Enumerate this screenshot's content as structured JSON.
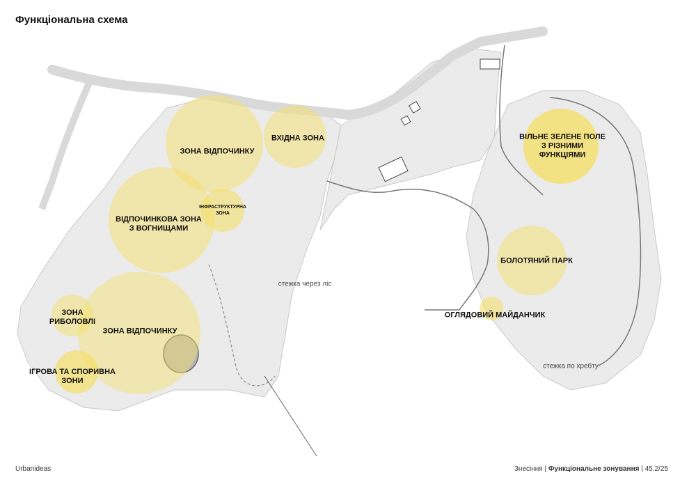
{
  "title": "Функціональна схема",
  "zones": [
    {
      "id": "rest-north",
      "label": "ЗОНА ВІДПОЧИНКУ"
    },
    {
      "id": "entrance",
      "label": "ВХІДНА ЗОНА"
    },
    {
      "id": "fire-rest",
      "label": "ВІДПОЧИНКОВА ЗОНА\nЗ ВОГНИЩАМИ"
    },
    {
      "id": "infra",
      "label": "ІНФРАСТРУКТУРНА\nЗОНА"
    },
    {
      "id": "fishing",
      "label": "ЗОНА\nРИБОЛОВЛІ"
    },
    {
      "id": "rest-south",
      "label": "ЗОНА ВІДПОЧИНКУ"
    },
    {
      "id": "play-sport",
      "label": "ІГРОВА ТА СПОРИВНА\nЗОНИ"
    },
    {
      "id": "green-field",
      "label": "ВІЛЬНЕ ЗЕЛЕНЕ ПОЛЕ\nЗ РІЗНИМИ\nФУНКЦІЯМИ"
    },
    {
      "id": "swamp-park",
      "label": "БОЛОТЯНИЙ ПАРК"
    },
    {
      "id": "viewpoint",
      "label": "ОГЛЯДОВИЙ МАЙДАНЧИК"
    }
  ],
  "paths": [
    {
      "id": "forest-path",
      "label": "стежка через ліс"
    },
    {
      "id": "ridge-path",
      "label": "стежка по хребту"
    }
  ],
  "footer": {
    "org": "Urbanideas",
    "project": "Знесіння",
    "separator": "|",
    "section": "Функціональне зонування",
    "page": "45.2/25"
  },
  "colors": {
    "zone_fill": "#f5e06a",
    "terrain": "#ebebeb",
    "road": "#d9d9d9"
  }
}
